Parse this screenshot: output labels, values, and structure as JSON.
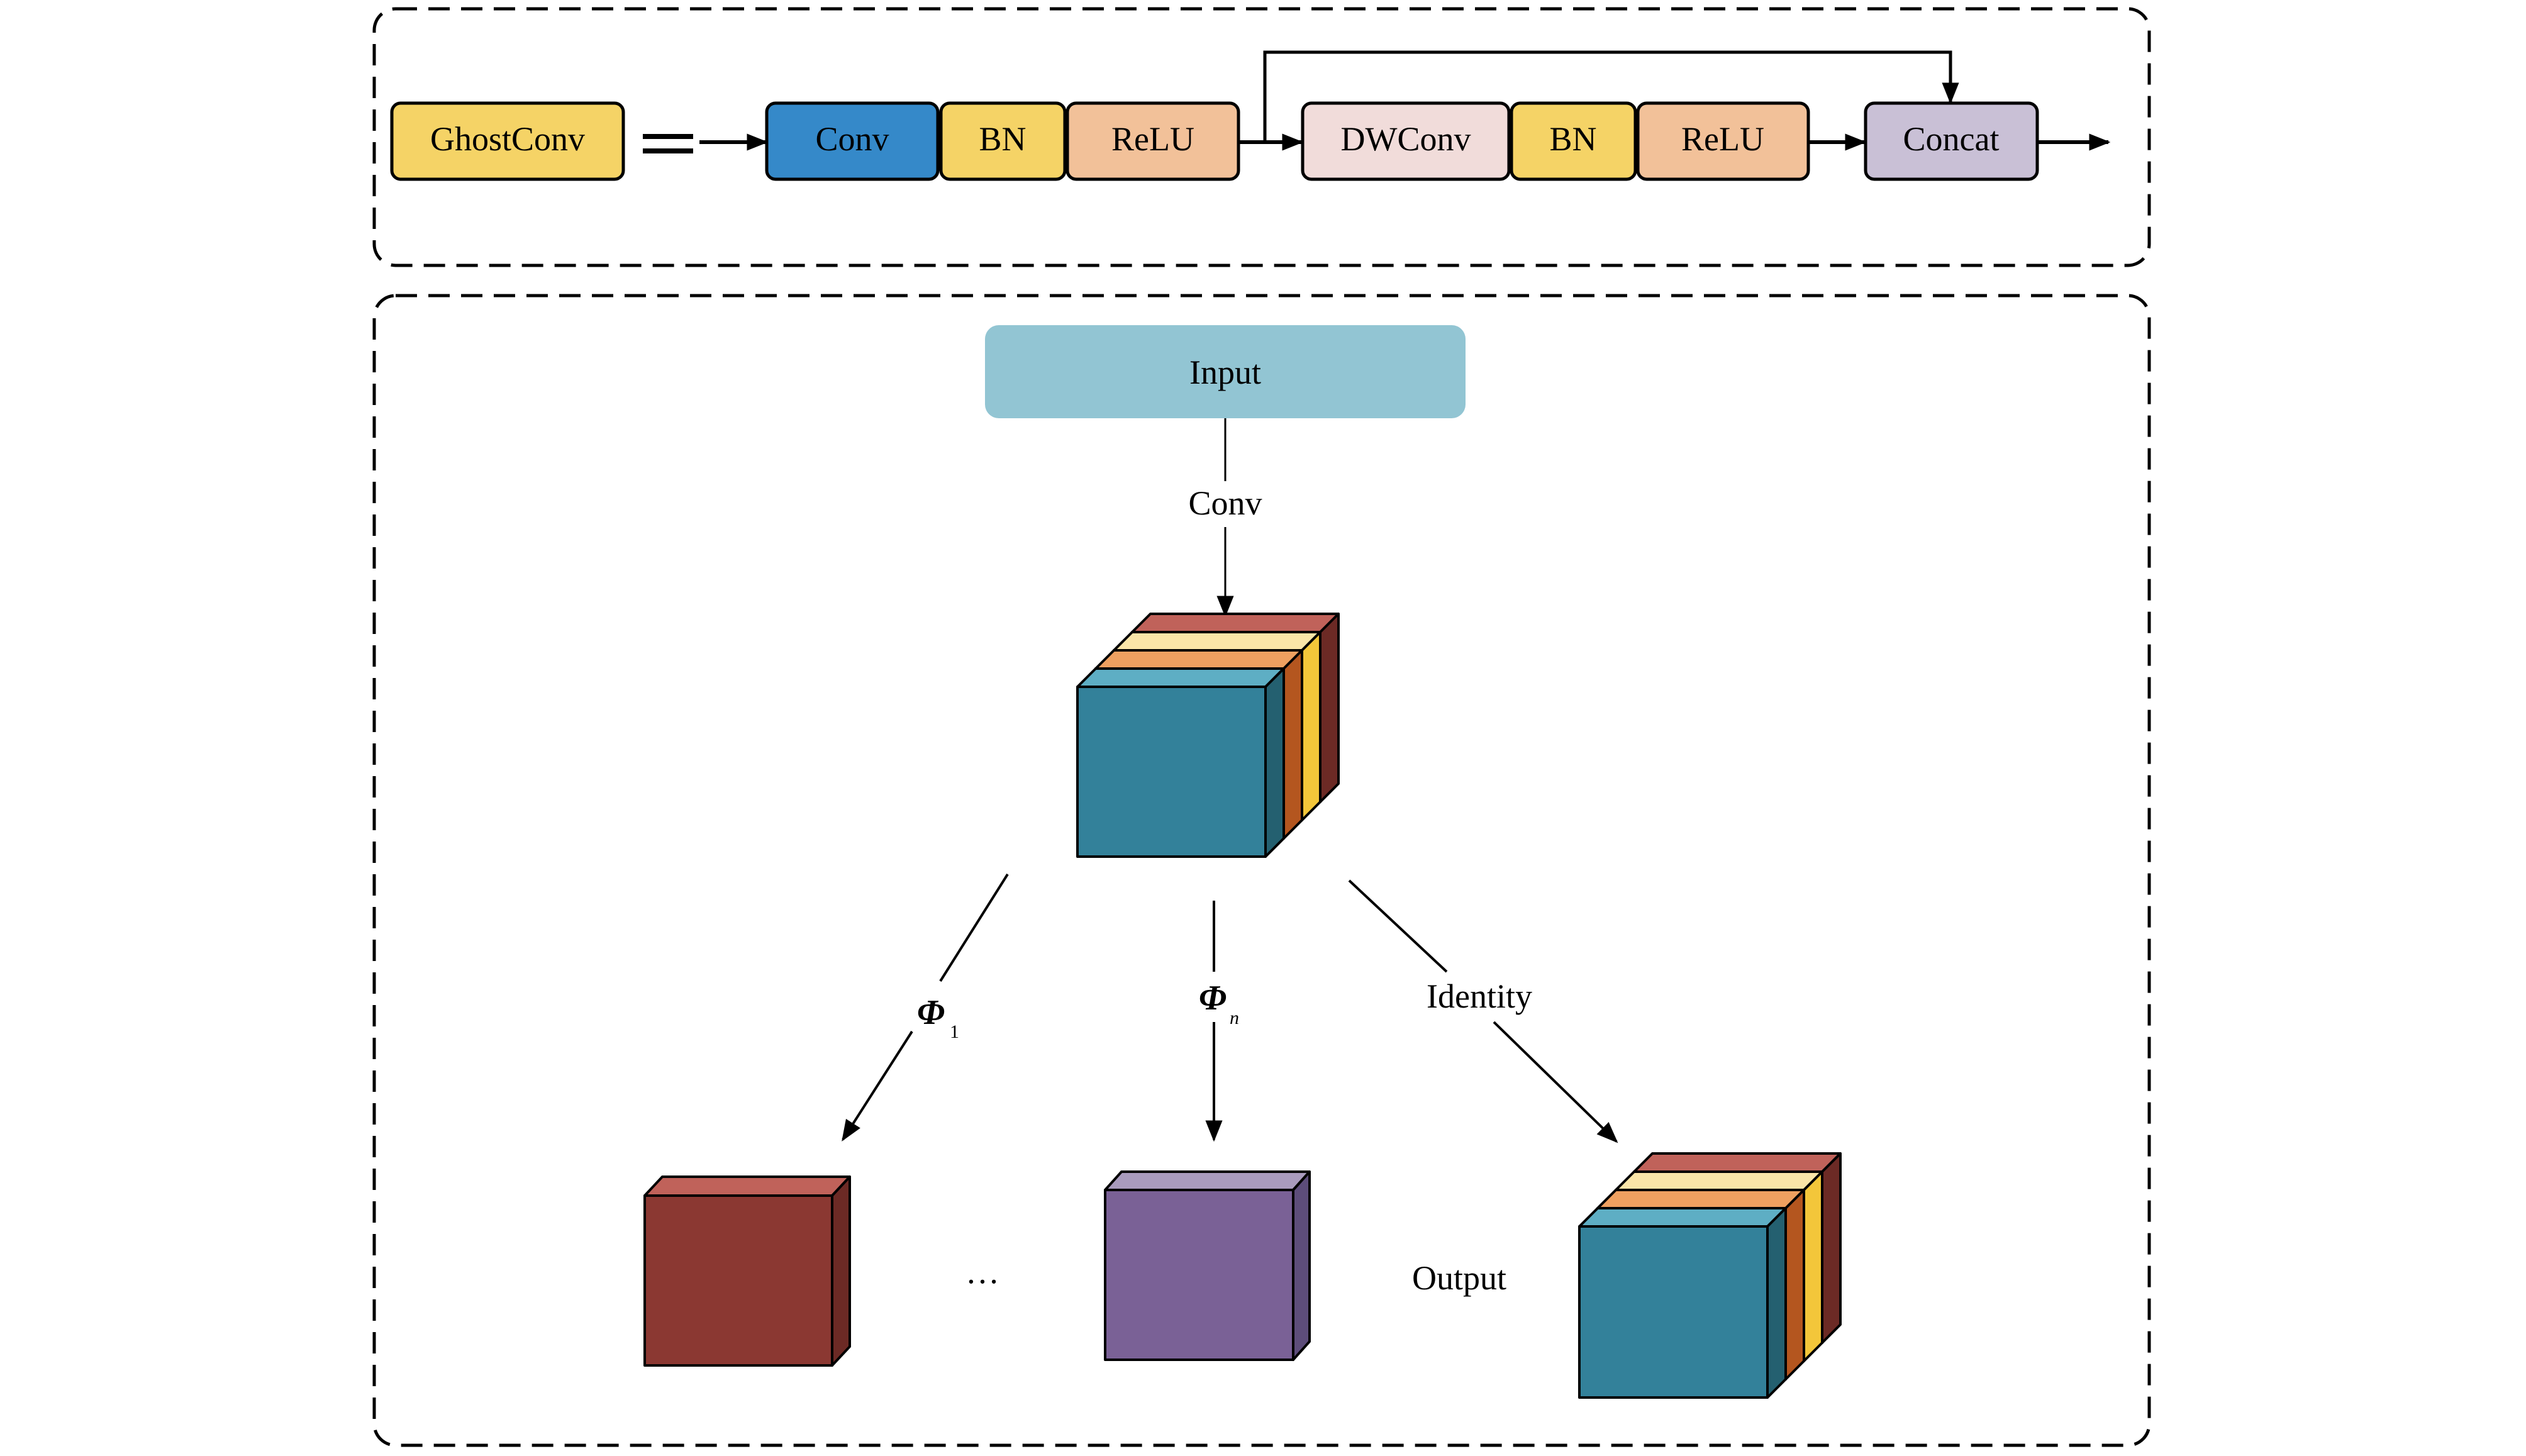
{
  "top_panel": {
    "ghostconv": {
      "label": "GhostConv",
      "color": "#f5d366"
    },
    "equals": "=",
    "branch1": [
      {
        "label": "Conv",
        "color": "#3589c9"
      },
      {
        "label": "BN",
        "color": "#f5d366"
      },
      {
        "label": "ReLU",
        "color": "#f2c199"
      }
    ],
    "branch2": [
      {
        "label": "DWConv",
        "color": "#f1dcda"
      },
      {
        "label": "BN",
        "color": "#f5d366"
      },
      {
        "label": "ReLU",
        "color": "#f2c199"
      }
    ],
    "concat": {
      "label": "Concat",
      "color": "#c9c0d6"
    }
  },
  "bottom_panel": {
    "input": {
      "label": "Input",
      "color": "#92c5d3"
    },
    "conv_label": "Conv",
    "ops": {
      "phi1": {
        "symbol": "Φ",
        "sub": "1"
      },
      "phin": {
        "symbol": "Φ",
        "sub": "n"
      },
      "identity": "Identity"
    },
    "ellipsis": "…",
    "output_label": "Output",
    "colors": {
      "teal_front": "#33819a",
      "teal_top": "#5eaec4",
      "teal_side": "#246070",
      "orange_top": "#eea060",
      "orange_side": "#b4561f",
      "cream_top": "#fae5a8",
      "yellow_side": "#f3c63a",
      "red_top": "#c0625a",
      "red_side": "#6c2a25",
      "red_front": "#8b3832",
      "purple_front": "#7a6196",
      "purple_top": "#a99bbd",
      "purple_side": "#5d4d7a"
    }
  }
}
